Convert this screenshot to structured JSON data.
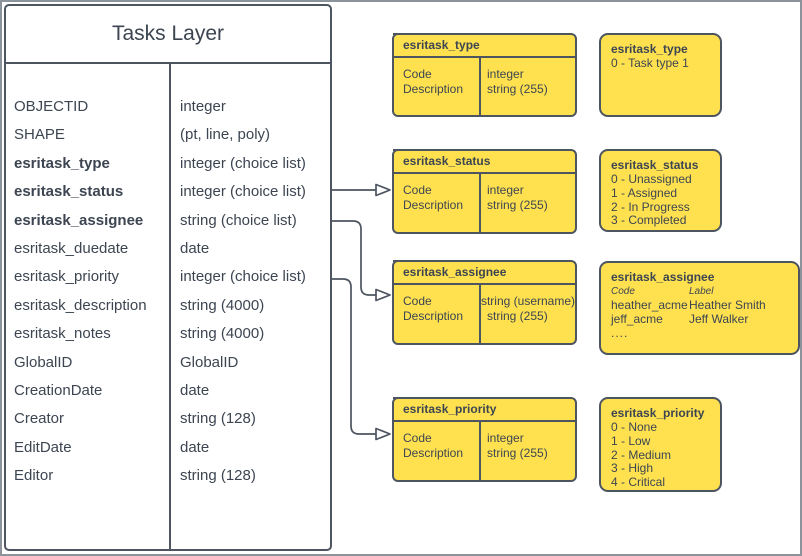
{
  "tasks_layer": {
    "title": "Tasks Layer",
    "fields": [
      {
        "name": "OBJECTID",
        "type": "integer",
        "bold": false
      },
      {
        "name": "SHAPE",
        "type": "(pt, line, poly)",
        "bold": false
      },
      {
        "name": "esritask_type",
        "type": "integer (choice list)",
        "bold": true
      },
      {
        "name": "esritask_status",
        "type": "integer (choice list)",
        "bold": true
      },
      {
        "name": "esritask_assignee",
        "type": "string (choice list)",
        "bold": true
      },
      {
        "name": "esritask_duedate",
        "type": "date",
        "bold": false
      },
      {
        "name": "esritask_priority",
        "type": "integer (choice list)",
        "bold": false
      },
      {
        "name": "esritask_description",
        "type": "string (4000)",
        "bold": false
      },
      {
        "name": "esritask_notes",
        "type": "string (4000)",
        "bold": false
      },
      {
        "name": "GlobalID",
        "type": "GlobalID",
        "bold": false
      },
      {
        "name": "CreationDate",
        "type": "date",
        "bold": false
      },
      {
        "name": "Creator",
        "type": "string (128)",
        "bold": false
      },
      {
        "name": "EditDate",
        "type": "date",
        "bold": false
      },
      {
        "name": "Editor",
        "type": "string (128)",
        "bold": false
      }
    ]
  },
  "code_tables": [
    {
      "title": "esritask_type",
      "rows": [
        {
          "field": "Code",
          "type": "integer"
        },
        {
          "field": "Description",
          "type": "string (255)"
        }
      ]
    },
    {
      "title": "esritask_status",
      "rows": [
        {
          "field": "Code",
          "type": "integer"
        },
        {
          "field": "Description",
          "type": "string (255)"
        }
      ]
    },
    {
      "title": "esritask_assignee",
      "rows": [
        {
          "field": "Code",
          "type": "string (username)"
        },
        {
          "field": "Description",
          "type": "string (255)"
        }
      ]
    },
    {
      "title": "esritask_priority",
      "rows": [
        {
          "field": "Code",
          "type": "integer"
        },
        {
          "field": "Description",
          "type": "string (255)"
        }
      ]
    }
  ],
  "value_lists": [
    {
      "title": "esritask_type",
      "values": [
        "0 - Task type 1"
      ]
    },
    {
      "title": "esritask_status",
      "values": [
        "0 - Unassigned",
        "1 - Assigned",
        "2 - In Progress",
        "3 - Completed"
      ]
    },
    {
      "title": "esritask_assignee",
      "columns": [
        "Code",
        "Label"
      ],
      "rows": [
        [
          "heather_acme",
          "Heather Smith"
        ],
        [
          "jeff_acme",
          "Jeff Walker"
        ]
      ],
      "more": "...."
    },
    {
      "title": "esritask_priority",
      "values": [
        "0 - None",
        "1 - Low",
        "2 - Medium",
        "3 - High",
        "4 - Critical"
      ]
    }
  ],
  "colors": {
    "box_fill_yellow": "#FFE14F",
    "stroke": "#4D5560",
    "text": "#3C4551",
    "outer_border": "#8C939B"
  }
}
